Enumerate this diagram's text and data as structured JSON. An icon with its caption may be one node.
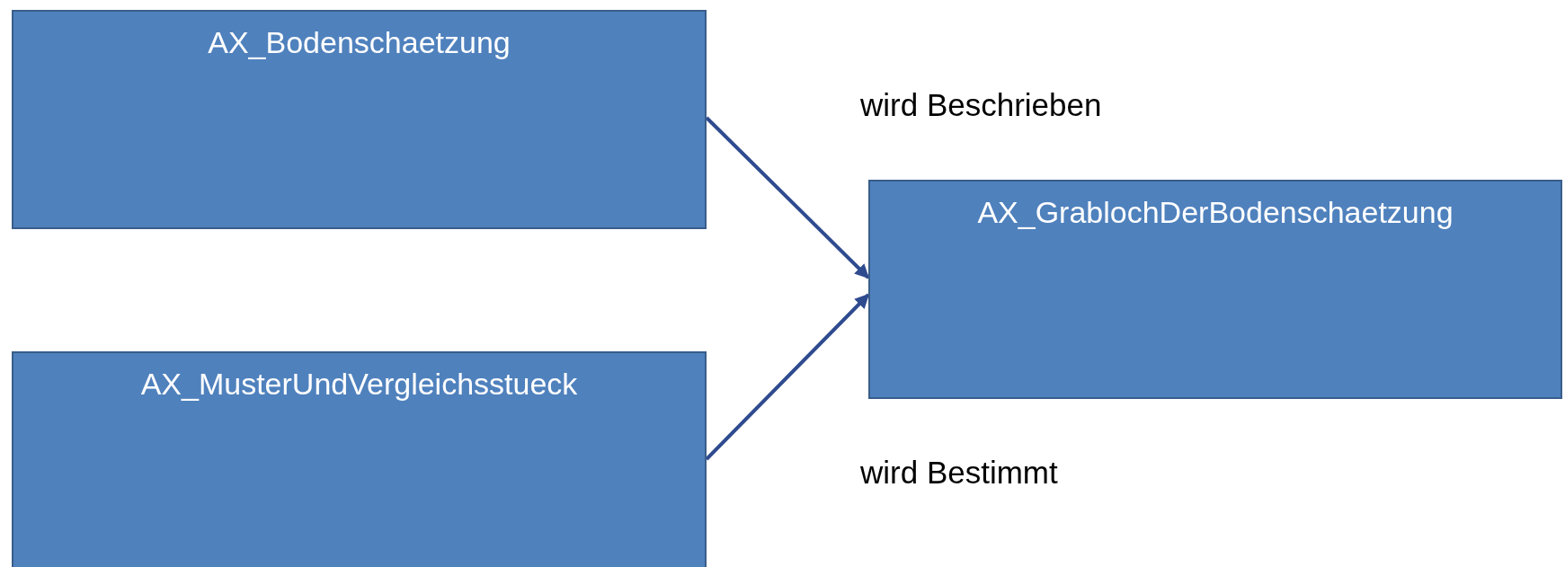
{
  "diagram": {
    "nodes": [
      {
        "text": [
          "AX_Bodenschaetzung"
        ]
      },
      {
        "text": [
          "AX_MusterUndVergleichsstueck"
        ]
      },
      {
        "text": [
          "AX_GrablochDerBodenschaetzung"
        ]
      }
    ],
    "edges": [
      {
        "from": 0,
        "to": 2,
        "arrow": "to"
      },
      {
        "from": 1,
        "to": 2,
        "arrow": "to"
      }
    ],
    "labels": [
      "wird Beschrieben",
      "wird Bestimmt"
    ]
  }
}
